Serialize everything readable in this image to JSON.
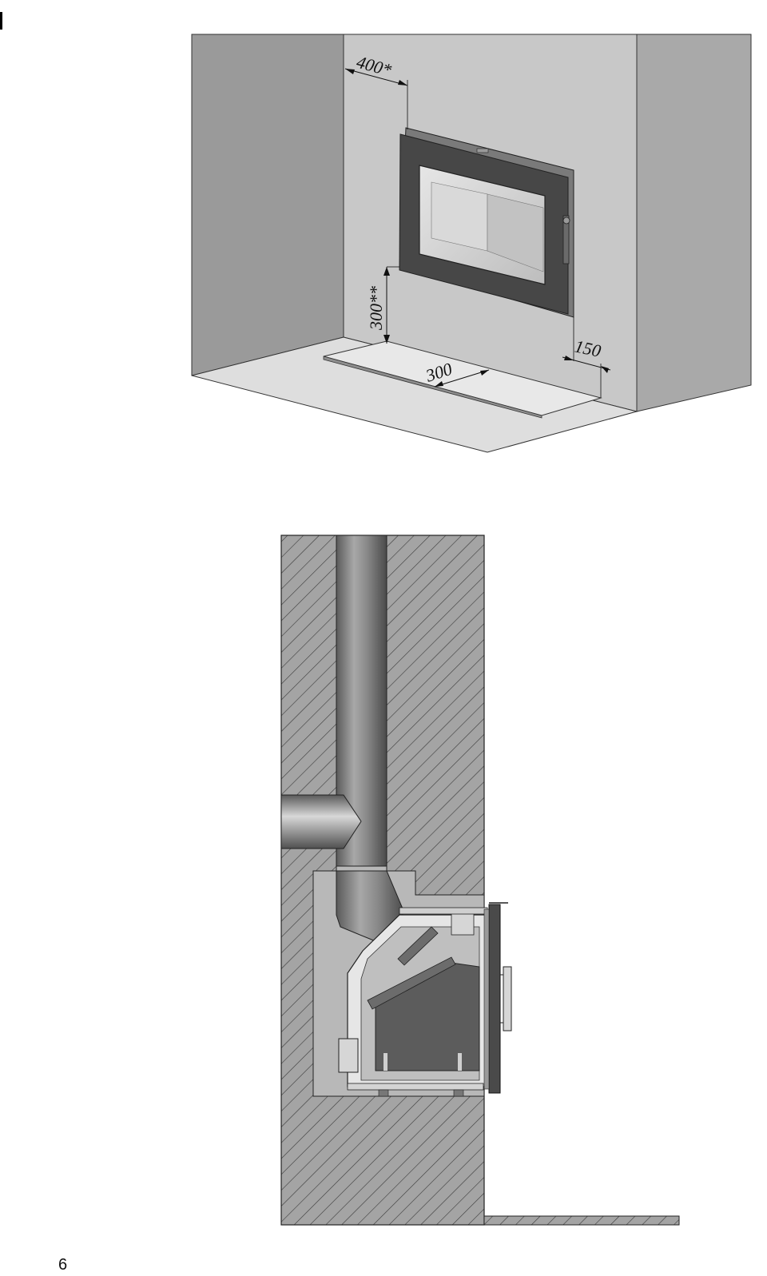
{
  "page": {
    "number": "6"
  },
  "installation_view": {
    "dimensions": {
      "side_clearance": "400*",
      "floor_clearance": "300**",
      "hearth_front": "300",
      "hearth_side": "150"
    }
  },
  "colors": {
    "wall_left": "#9a9a9a",
    "wall_back": "#c8c8c8",
    "wall_right": "#a6a6a6",
    "floor": "#dedede",
    "hatch_fill": "#9c9c9c",
    "stove_door": "#4a4a4a",
    "firebox": "#5c5c5c"
  }
}
